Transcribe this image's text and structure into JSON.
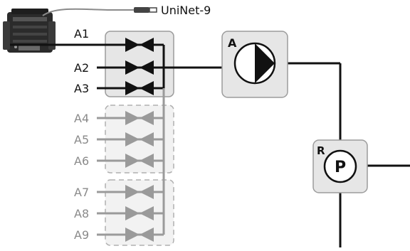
{
  "device": {
    "name": "hardware-module-icon",
    "link_label": "UniNet-9"
  },
  "valve_groups": [
    {
      "id": "group-1",
      "enabled": true,
      "valves": [
        {
          "label": "A1"
        },
        {
          "label": "A2"
        },
        {
          "label": "A3"
        }
      ]
    },
    {
      "id": "group-2",
      "enabled": false,
      "valves": [
        {
          "label": "A4"
        },
        {
          "label": "A5"
        },
        {
          "label": "A6"
        }
      ]
    },
    {
      "id": "group-3",
      "enabled": false,
      "valves": [
        {
          "label": "A7"
        },
        {
          "label": "A8"
        },
        {
          "label": "A9"
        }
      ]
    }
  ],
  "pump_a": {
    "label": "A",
    "icon": "pump-icon"
  },
  "regulator": {
    "label": "R",
    "icon_text": "P"
  },
  "colors": {
    "line_active": "#111111",
    "line_inactive": "#9a9a9a",
    "box_fill": "#e6e6e6",
    "box_stroke": "#9c9c9c",
    "text_active": "#111111",
    "text_inactive": "#8a8a8a"
  }
}
